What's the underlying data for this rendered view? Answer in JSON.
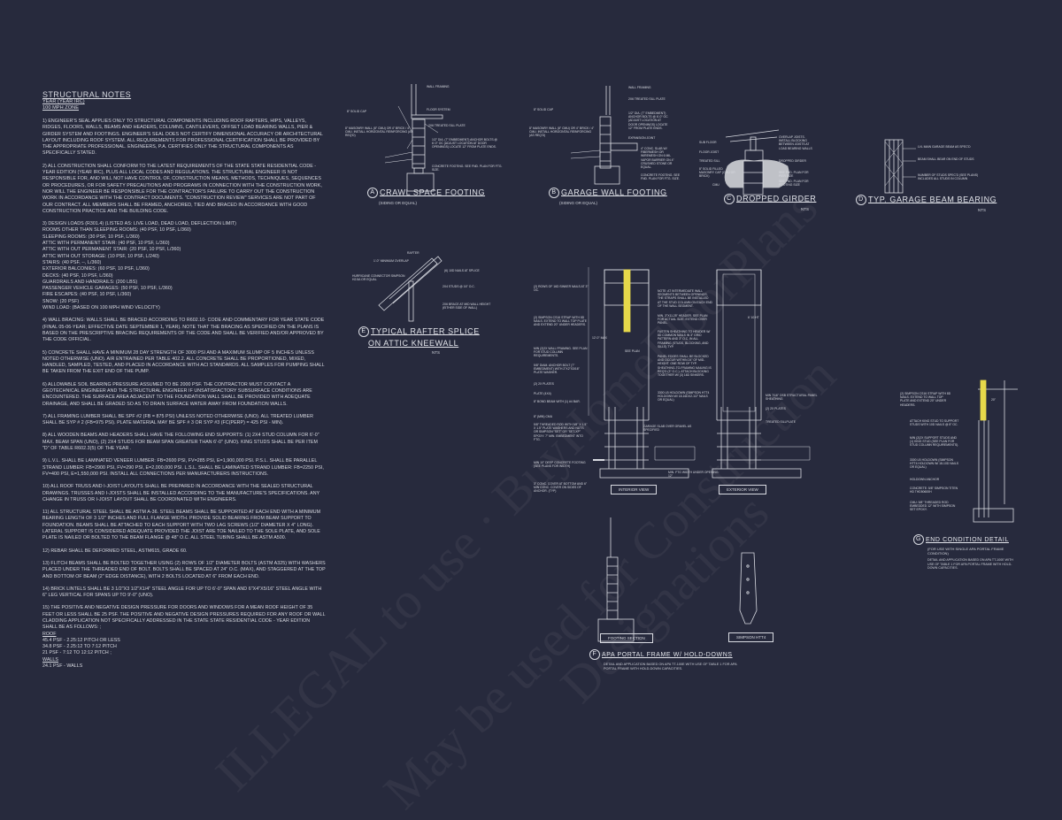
{
  "notes": {
    "title": "STRUCTURAL NOTES",
    "year_line": "YEAR (YEAR IRC)",
    "wind_zone": "100 mph ZONE",
    "paragraphs": [
      "1) ENGINEER'S SEAL APPLIES ONLY TO STRUCTURAL COMPONENTS INCLUDING ROOF RAFTERS, HIPS, VALLEYS, RIDGES, FLOORS, WALLS, BEAMS AND HEADERS, COLUMNS, CANTILEVERS, OFFSET LOAD BEARING WALLS, PIER & GIRDER SYSTEM AND FOOTINGS. ENGINEER'S SEAL DOES NOT CERTIFY DIMENSIONAL ACCURACY OR ARCHITECTURAL LAYOUT INCLUDING ROOF SYSTEM. ALL REQUIREMENTS FOR PROFESSIONAL CERTIFICATION SHALL BE PROVIDED BY THE APPROPRIATE PROFESSIONAL. ENGINEERS, P.A. CERTIFIES ONLY THE STRUCTURAL COMPONENTS AS SPECIFICALLY STATED.",
      "2) ALL CONSTRUCTION SHALL CONFORM TO THE LATEST REQUIREMENTS OF THE STATE STATE RESIDENTIAL CODE - YEAR EDITION (YEAR IRC), PLUS ALL LOCAL CODES AND REGULATIONS. THE STRUCTURAL ENGINEER IS NOT RESPONSIBLE FOR, AND WILL NOT HAVE CONTROL OF, CONSTRUCTION MEANS, METHODS, TECHNIQUES, SEQUENCES OR PROCEDURES, OR FOR SAFETY PRECAUTIONS AND PROGRAMS IN CONNECTION WITH THE CONSTRUCTION WORK, NOR WILL THE ENGINEER BE RESPONSIBLE FOR THE CONTRACTOR'S FAILURE TO CARRY OUT THE CONSTRUCTION WORK IN ACCORDANCE WITH THE CONTRACT DOCUMENTS. \"CONSTRUCTION REVIEW\" SERVICES ARE NOT PART OF OUR CONTRACT. ALL MEMBERS SHALL BE FRAMED, ANCHORED, TIED AND BRACED IN ACCORDANCE WITH GOOD CONSTRUCTION PRACTICE AND THE BUILDING CODE."
    ],
    "design_loads": [
      "3) DESIGN LOADS (R301.4) (LISTED AS: LIVE LOAD, DEAD LOAD, DEFLECTION LIMIT)",
      "ROOMS OTHER THAN SLEEPING ROOMS: (40 PSF, 10 PSF, L/360)",
      "SLEEPING ROOMS: (30 PSF, 10 PSF, L/360)",
      "ATTIC WITH PERMANENT STAIR: (40 PSF, 10 PSF, L/360)",
      "ATTIC WITH OUT PERMANENT STAIR: (20 PSF, 10 PSF, L/360)",
      "ATTIC WITH OUT STORAGE: (10 PSF, 10 PSF, L/240)",
      "STAIRS: (40 PSF, --, L/360)",
      "EXTERIOR BALCONIES: (60 PSF, 10 PSF, L/360)",
      "DECKS: (40 PSF, 10 PSF, L/360)",
      "GUARDRAILS AND HANDRAILS: (200 LBS)",
      "PASSENGER VEHICLE GARAGES: (50 PSF, 10 PSF, L/360)",
      "FIRE ESCAPES: (40 PSF, 10 PSF, L/360)",
      "SNOW: (20 PSF)",
      "WIND LOAD: (BASED ON 100 MPH WIND VELOCITY)"
    ],
    "paragraphs2": [
      "4) WALL BRACING: WALLS SHALL BE BRACED ACCORDING TO R602.10- CODE AND COMMENTARY FOR YEAR STATE CODE (FINAL 05-06-YEAR; EFFECTIVE DATE SEPTEMBER 1, YEAR). NOTE THAT THE BRACING AS SPECIFIED ON THE PLANS IS BASED ON THE PRESCRIPTIVE BRACING REQUIREMENTS OF THE CODE AND SHALL BE VERIFIED AND/OR APPROVED BY THE CODE OFFICIAL.",
      "5) CONCRETE SHALL HAVE A MINIMUM 28 DAY STRENGTH OF 3000 PSI AND A MAXIMUM SLUMP OF 5 INCHES UNLESS NOTED OTHERWISE (UNO). AIR ENTRAINED PER TABLE 402.2. ALL CONCRETE SHALL BE PROPORTIONED, MIXED, HANDLED, SAMPLED, TESTED, AND PLACED IN ACCORDANCE WITH ACI STANDARDS. ALL SAMPLES FOR PUMPING SHALL BE TAKEN FROM THE EXIT END OF THE PUMP.",
      "6) ALLOWABLE SOIL BEARING PRESSURE ASSUMED TO BE 2000 PSF. THE CONTRACTOR MUST CONTACT A GEOTECHNICAL ENGINEER AND THE STRUCTURAL ENGINEER IF UNSATISFACTORY SUBSURFACE CONDITIONS ARE ENCOUNTERED. THE SURFACE AREA ADJACENT TO THE FOUNDATION WALL SHALL BE PROVIDED WITH ADEQUATE DRAINAGE, AND SHALL BE GRADED SO AS TO DRAIN SURFACE WATER AWAY FROM FOUNDATION WALLS.",
      "7) ALL FRAMING LUMBER SHALL BE SPF #2 (Fb = 875 PSI) UNLESS NOTED OTHERWISE (UNO). ALL TREATED LUMBER SHALL BE SYP # 2 (Fb=975 PSI). PLATE MATERIAL MAY BE SPF # 3 OR SYP #3 (Fc(perp) = 425 PSI - MIN).",
      "8) ALL WOODEN BEAMS AND HEADERS SHALL HAVE THE FOLLOWING END SUPPORTS: (1) 2x4 STUD COLUMN FOR 6'-0\" MAX. BEAM SPAN (UNO), (2) 2X4 STUDS FOR BEAM SPAN GREATER THAN 6'-0\" (UNO). KING STUDS SHALL BE PER ITEM \"d\" OF TABLE R602.3(5) OF THE YEAR .",
      "9) L.V.L. SHALL BE LAMINATED VENEER LUMBER: Fb=2600 PSI, Fv=285 PSI, E=1,900,000 PSI. P.S.L. SHALL BE PARALLEL STRAND LUMBER: Fb=2900 PSI, Fv=290 PSI, E=2,000,000 PSI. L.S.L. SHALL BE LAMINATED STRAND LUMBER: Fb=2250 PSI, Fv=400 PSI, E=1,550,000 PSI. INSTALL ALL CONNECTIONS PER MANUFACTURERS INSTRUCTIONS.",
      "10) ALL ROOF TRUSS AND I-JOIST LAYOUTS SHALL BE PREPARED IN ACCORDANCE WITH THE SEALED STRUCTURAL DRAWINGS. TRUSSES AND I-JOISTS SHALL BE INSTALLED ACCORDING TO THE MANUFACTURE'S SPECIFICATIONS. ANY CHANGE IN TRUSS OR I-JOIST LAYOUT SHALL BE COORDINATED WITH ENGINEERS.",
      "11) ALL STRUCTURAL STEEL SHALL BE ASTM A-36. STEEL BEAMS SHALL BE SUPPORTED AT EACH END WITH A MINIMUM BEARING LENGTH OF 3 1/2\" INCHES AND FULL FLANGE WIDTH. PROVIDE SOLID BEARING FROM BEAM SUPPORT TO FOUNDATION. BEAMS SHALL BE ATTACHED TO EACH SUPPORT WITH TWO LAG SCREWS (1/2\" DIAMETER x 4\" LONG). LATERAL SUPPORT IS CONSIDERED ADEQUATE PROVIDED THE JOIST ARE TOE NAILED TO THE SOLE PLATE, AND SOLE PLATE IS NAILED OR BOLTED TO THE BEAM FLANGE @ 48\" O.C. ALL STEEL TUBING SHALL BE ASTM A500.",
      "12) REBAR SHALL BE DEFORMED STEEL, ASTM615, GRADE 60.",
      "13) FLITCH BEAMS SHALL BE BOLTED TOGETHER USING (2) ROWS OF 1/2\" DIAMETER BOLTS (ASTM A325) WITH WASHERS PLACED UNDER THE THREADED END OF BOLT. BOLTS SHALL BE SPACED AT 24\" O.C. (MAX), AND STAGGERED AT THE TOP AND BOTTOM OF BEAM (2\" EDGE DISTANCE), WITH 2 BOLTS LOCATED AT 6\" FROM EACH END.",
      "14) BRICK LINTELS SHALL BE 3 1/2\"x3 1/2\"x1/4\" STEEL ANGLE FOR UP TO 6'-0\" SPAN AND 6\"x4\"x5/16\" STEEL ANGLE WITH 6\" LEG VERTICAL FOR SPANS UP TO 9'-0\" (UNO).",
      "15) THE POSITIVE AND NEGATIVE DESIGN PRESSURE FOR DOORS AND WINDOWS FOR A MEAN ROOF HEIGHT OF 35 FEET OR LESS SHALL BE 25 PSF. THE POSITIVE AND NEGATIVE DESIGN PRESSURES REQUIRED FOR ANY ROOF OR WALL CLADDING APPLICATION NOT SPECIFICALLY ADDRESSED IN THE STATE STATE RESIDENTIAL CODE - YEAR EDITION SHALL BE AS FOLLOWS: ;"
    ],
    "roof_heading": "ROOF",
    "roof_items": [
      "45.4 PSF - 2.25:12 PITCH OR LESS",
      "34.8 PSF - 2.25:12 TO 7:12 PITCH",
      "21 PSF - 7:12 TO 12:12 PITCH ;"
    ],
    "walls_heading": "WALLS",
    "walls_items": [
      "24.1 PSF - WALLS"
    ]
  },
  "details": {
    "a": {
      "letter": "A",
      "title": "CRAWL SPACE FOOTING",
      "sub": "(SIDING OR EQUAL)",
      "labels": [
        "WALL FRAMING",
        "FLOOR SYSTEM",
        "8\" SOLID CAP",
        "2x6 TREATED SILL PLATE",
        "8\" MASONRY WALL (8\" CMU) OR 4\" BRICK / 4\" CMU. INSTALL HORIZONTAL REINFORCING (AS REQ'D)",
        "1/2\" DIA. (7\" EMBEDMENT) ANCHOR BOLTS @ 6'-0\" OC (ADJUST LOCATION AT DOOR OPENINGS) LOCATE 12\" FROM PLATE ENDS.",
        "CONCRETE FOOTING. SEE FND. PLAN FOR FTG. SIZE."
      ]
    },
    "b": {
      "letter": "B",
      "title": "GARAGE WALL FOOTING",
      "sub": "(SIDING OR EQUAL)",
      "labels": [
        "WALL FRAMING",
        "2x6 TREATED SILL PLATE",
        "8\" SOLID CAP",
        "1/2\" DIA. (7\" EMBEDMENT) ANCHOR BOLTS @ 6'-0\" OC (ADJUST LOCATION AT DOOR OPENINGS) LOCATE 12\" FROM PLATE ENDS.",
        "EXPANSION JOINT",
        "8\" MASONRY WALL (8\" CMU) OR 4\" BRICK / 4\" CMU. INSTALL HORIZONTAL REINFORCING (AS REQ'D)",
        "4\" CONC. SLAB w/ FIBERMESH OR WIREMESH ON 6 MIL VAPOR BARRIER ON 4\" CRUSHED STONE OR EQUAL.",
        "CONCRETE FOOTING. SEE FND. PLAN FOR FTG. SIZE."
      ]
    },
    "c": {
      "letter": "C",
      "title": "DROPPED GIRDER",
      "nts": "NTS",
      "labels": [
        "SUB FLOOR",
        "FLOOR JOIST",
        "TREATED SILL",
        "8\" SOLID FILLED MASONRY CAP (CMU OR BRICK)",
        "CMU",
        "OVERLAP JOISTS. INSTALL BLOCKING BETWEEN JOISTS AT LOAD BEARING WALLS",
        "DROPPED GIRDER",
        "SEE FND. PLAN FOR PIER SIZE",
        "SEE FND. PLAN FOR FOOTING SIZE"
      ]
    },
    "d": {
      "letter": "D",
      "title": "TYP. GARAGE BEAM BEARING",
      "nts": "NTS",
      "labels": [
        "LVL MAIN GARAGE BEAM AS SPEC'D",
        "BEAM SHALL BEAR ON END OF STUDS",
        "NUMBER OF STUDS SPEC'D (SEE PLANS) INCLUDES ALL STUDS IN COLUMN"
      ]
    },
    "e": {
      "letter": "E",
      "title_line1": "TYPICAL RAFTER SPLICE",
      "title_line2": "ON ATTIC KNEEWALL",
      "nts": "NTS",
      "labels": [
        "RAFTER",
        "1'-0\" MINIMUM OVERLAP",
        "HURRICANE CONNECTOR SIMPSON H2.5A OR EQUAL",
        "(6) 10d NAILS AT SPLICE",
        "2x4 STUDS @ 16\" O.C.",
        "2x6 BRACE AT MID WALL HEIGHT (EITHER SIDE OF WALL)"
      ]
    },
    "f": {
      "letter": "F",
      "title": "APA PORTAL FRAME W/ HOLD-DOWNS",
      "sub": "DETAIL AND APPLICATION BASED ON APA TT-100E WITH USE OF TABLE 1 FOR APA PORTAL FRAME WITH HOLD-DOWN CAPACITIES.",
      "interior_view": "INTERIOR VIEW",
      "exterior_view": "EXTERIOR VIEW",
      "footing_section": "FOOTING SECTION",
      "simpson": "SIMPSON HTT4",
      "labels": [
        "(2) ROWS OF 16d SINKER NAILS AT 3\" OC.",
        "(2) SIMPSON CS16 STRAP WITH 8d NAILS. EXTEND TO WALL TOP PLATE AND EXTEND 20\" UNDER HEADERS.",
        "MIN (2)2X WALL FRAMING. SEE PLAN FOR STUD COLUMN REQUIREMENTS.",
        "5/8\" DIAM. ANCHOR BOLT (7\" EMBEDMENT) WITH 2\"x2\"x3/16\" PLATE WASHER.",
        "(2) 2x PLATES",
        "PLATE (4X4)",
        "8\" BOND BEAM WITH (1) #4 BAR.",
        "8\" (MIN) CMU",
        "5/8\" THREADED ROD WITH 3/8\" x 1.5\" x 1.5\" PLATE WASHERS AND NUTS OR SIMPSON \"SET\" OR \"SET-XP\" EPOXY. 7\" MIN. EMBEDMENT INTO FTG.",
        "MIN 10\" DEEP CONCRETE FOOTING (SEE PLANS FOR WIDTH)",
        "3\" CONC. COVER AT BOTTOM AND 6\" MIN CONC. COVER ON SIDES OF ANCHOR. (TYP)",
        "NOTE: AT INTERMEDIATE WALL SEGMENTS BETWEEN OPENINGS, THE STRAPS SHALL BE INSTALLED AT THE STUD COLUMN ON EACH END OF THE WALL SEGMENT.",
        "MIN. 3\"x11.25\" HEADER. SEE PLAN FOR ACTUAL SIZE. EXTEND OVER PANEL.",
        "FASTEN SHEATHING TO HEADER W/ 8d COMMON NAILS IN 3\" GRID PATTERN AND 3\" O.C. IN ALL FRAMING (STUDS, BLOCKING, AND SILLS) TYP.",
        "PANEL EDGES SHALL BE BLOCKED AND OCCUR WITHIN 24\" OF MID-HEIGHT. ONE ROW OF TYP. SHEATHING-TO-FRAMING NAILING IS REQ'D (3\" O.C.). ATTACH BLOCKING TOGETHER W/ (3) 16d SINKERS.",
        "3300 LB HOLDOWN (SIMPSON HTT4 HOLDOWN W/ 18-16dx2-1/2\" NAILS OR EQUAL)",
        "GARAGE SLAB OVER GRAVEL AS SPECIFIED",
        "MIN. FTG WIDTH UNDER OPENING: 12\"",
        "SEE PLAN",
        "12'-0\" MAX",
        "6' 10 HT",
        "MIN 7/16\" OSB STRUCTURAL PANEL SHEATHING",
        "(2) 2x PLATES",
        "TREATED SILLPLATE"
      ]
    },
    "g": {
      "letter": "G",
      "title": "END CONDITION DETAIL",
      "sub1": "(FOR USE WITH SINGLE APA PORTAL FRAME CONDITION)",
      "sub2": "DETAIL AND APPLICATION BASED ON APA TT-100E WITH USE OF TABLE 1 FOR APA PORTAL FRAME WITH HOLD-DOWN CAPACITIES.",
      "labels": [
        "(2) SIMPSON CS16 STRAP WITH 8d NAILS. EXTEND TO WALL TOP PLATE AND EXTEND 20\" UNDER HEADERS.",
        "ATTACH KING STUD TO SUPPORT STUDS WITH 10d NAILS @ 8\" OC.",
        "MIN (2)2X SUPPORT STUDS AND (1) KING STUD (SEE PLAN FOR STUD COLUMN REQUIREMENTS).",
        "3300 LB HOLDOWN (SIMPSON HTT4 HOLDOWN W/ 18-10d NAILS OR EQUAL)",
        "HOLDOWN ANCHOR",
        "CONCRETE: 5/8\" SIMPSON TITEN HD THD50600H",
        "CMU: 5/8\" THREADED ROD EMBEDDED 12\" WITH SIMPSON SET EPOXY.",
        "20\""
      ]
    }
  },
  "watermark": [
    "ILLEGAL to use",
    "May be used",
    "BuyHomeFloorPlans",
    "Construction",
    "Designations"
  ],
  "colors": {
    "background": "#272a3d",
    "ink": "#d9dbe2",
    "strap": "#e6d84a"
  }
}
